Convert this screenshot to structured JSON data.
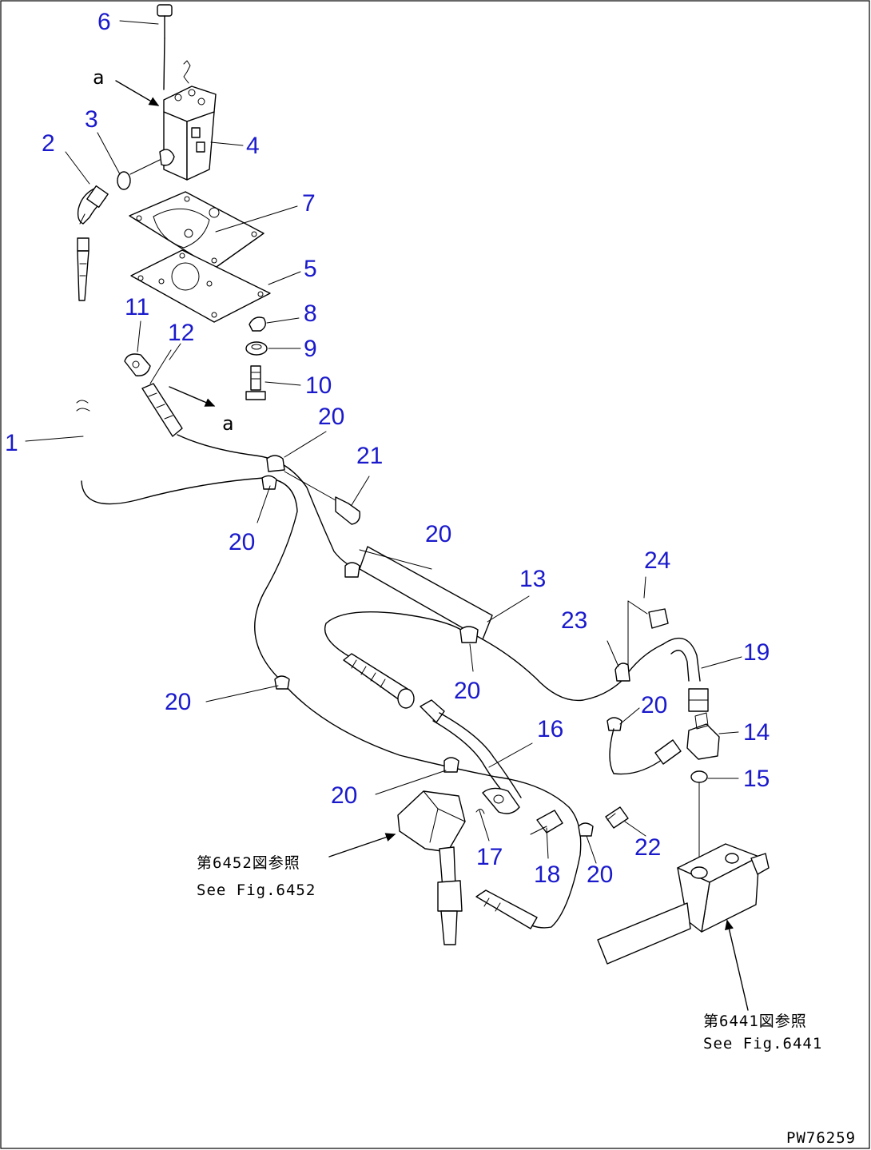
{
  "diagram": {
    "callouts": {
      "c1": "1",
      "c2": "2",
      "c3": "3",
      "c4": "4",
      "c5": "5",
      "c6": "6",
      "c7": "7",
      "c8": "8",
      "c9": "9",
      "c10": "10",
      "c11": "11",
      "c12": "12",
      "c13": "13",
      "c14": "14",
      "c15": "15",
      "c16": "16",
      "c17": "17",
      "c18": "18",
      "c19": "19",
      "c20": "20",
      "c21": "21",
      "c22": "22",
      "c23": "23",
      "c24": "24"
    },
    "view_marks": {
      "a_upper": "a",
      "a_lower": "a"
    },
    "references": {
      "fig6452_jp": "第6452図参照",
      "fig6452_en": "See Fig.6452",
      "fig6441_jp": "第6441図参照",
      "fig6441_en": "See Fig.6441"
    },
    "drawing_number": "PW76259",
    "colors": {
      "callout": "#1a1acc",
      "line": "#000000",
      "background": "#ffffff"
    }
  }
}
